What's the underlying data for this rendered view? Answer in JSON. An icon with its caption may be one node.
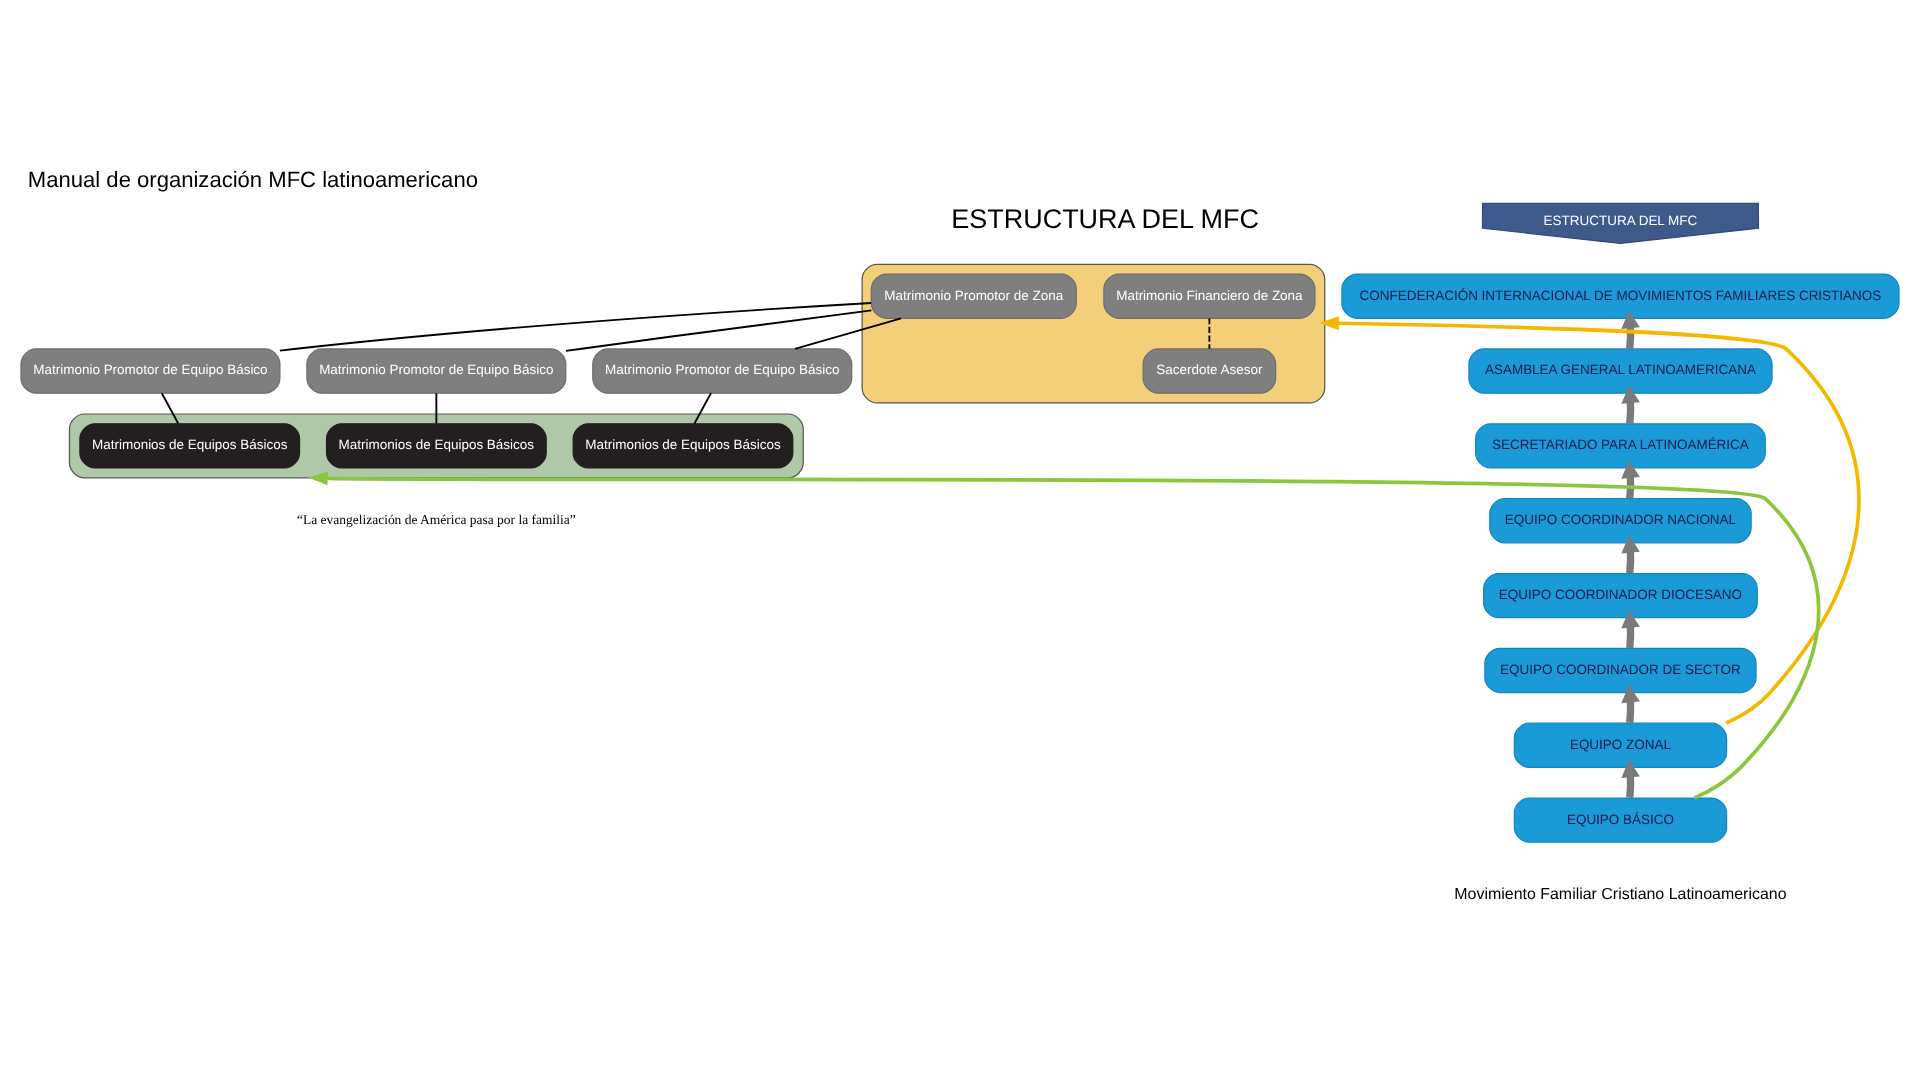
{
  "diagram": {
    "title": "Manual de organización MFC latinoamericano",
    "caption": "“La evangelización de América pasa por la familia”",
    "nodes": [
      {
        "text": [],
        "shape": "box"
      },
      {
        "text": [],
        "shape": "box"
      },
      {
        "text": [
          "Matrimonio Promotor de Zona"
        ],
        "in": 0
      },
      {
        "text": [
          "Matrimonio Financiero de Zona"
        ],
        "in": 0
      },
      {
        "text": [
          "Sacerdote Asesor"
        ],
        "in": 0
      },
      {
        "text": [
          "Matrimonio Promotor de Equipo Básico"
        ]
      },
      {
        "text": [
          "Matrimonio Promotor de Equipo Básico"
        ]
      },
      {
        "text": [
          "Matrimonio Promotor de Equipo Básico"
        ]
      },
      {
        "text": [
          "Matrimonios de Equipos Básicos"
        ],
        "in": 1
      },
      {
        "text": [
          "Matrimonios de Equipos Básicos"
        ],
        "in": 1
      },
      {
        "text": [
          "Matrimonios de Equipos Básicos"
        ],
        "in": 1
      },
      {
        "text": [
          "ESTRUCTURA DEL MFC"
        ]
      },
      {
        "text": [
          "CONFEDERACIÓN INTERNACIONAL DE MOVIMIENTOS FAMILIARES CRISTIANOS"
        ]
      },
      {
        "text": [
          "ASAMBLEA GENERAL LATINOAMERICANA"
        ]
      },
      {
        "text": [
          "SECRETARIADO PARA LATINOAMÉRICA"
        ]
      },
      {
        "text": [
          "EQUIPO COORDINADOR NACIONAL"
        ]
      },
      {
        "text": [
          "EQUIPO COORDINADOR DIOCESANO"
        ]
      },
      {
        "text": [
          "EQUIPO COORDINADOR DE SECTOR"
        ]
      },
      {
        "text": [
          "EQUIPO ZONAL"
        ]
      },
      {
        "text": [
          "EQUIPO BÁSICO"
        ]
      }
    ],
    "edges": [
      {
        "from": 2,
        "to": 5,
        "arrow": "none"
      },
      {
        "from": 2,
        "to": 6,
        "arrow": "none"
      },
      {
        "from": 2,
        "to": 7,
        "arrow": "none"
      },
      {
        "from": 3,
        "to": 4,
        "arrow": "none",
        "style": "dashed"
      },
      {
        "from": 5,
        "to": 8,
        "arrow": "none"
      },
      {
        "from": 6,
        "to": 9,
        "arrow": "none"
      },
      {
        "from": 7,
        "to": 10,
        "arrow": "none"
      },
      {
        "from": 13,
        "to": 12,
        "arrow": "to",
        "style": "thick",
        "color": "#7a7a7a"
      },
      {
        "from": 14,
        "to": 13,
        "arrow": "to",
        "style": "thick",
        "color": "#7a7a7a"
      },
      {
        "from": 15,
        "to": 14,
        "arrow": "to",
        "style": "thick",
        "color": "#7a7a7a"
      },
      {
        "from": 16,
        "to": 15,
        "arrow": "to",
        "style": "thick",
        "color": "#7a7a7a"
      },
      {
        "from": 17,
        "to": 16,
        "arrow": "to",
        "style": "thick",
        "color": "#7a7a7a"
      },
      {
        "from": 18,
        "to": 17,
        "arrow": "to",
        "style": "thick",
        "color": "#7a7a7a"
      },
      {
        "from": 19,
        "to": 18,
        "arrow": "to",
        "style": "thick",
        "color": "#7a7a7a"
      },
      {
        "from": 18,
        "to": 0,
        "arrow": "to",
        "color": "#f5b800"
      },
      {
        "from": 19,
        "to": 1,
        "arrow": "to",
        "color": "#8cc63f"
      }
    ],
    "labels": [
      "ESTRUCTURA DEL MFC",
      "Movimiento Familiar Cristiano Latinoamericano"
    ]
  }
}
